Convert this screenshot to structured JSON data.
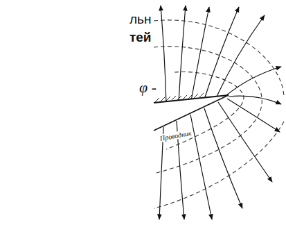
{
  "diagram": {
    "labels": [
      "льн",
      "тей",
      "φ -",
      "Проводник"
    ]
  }
}
